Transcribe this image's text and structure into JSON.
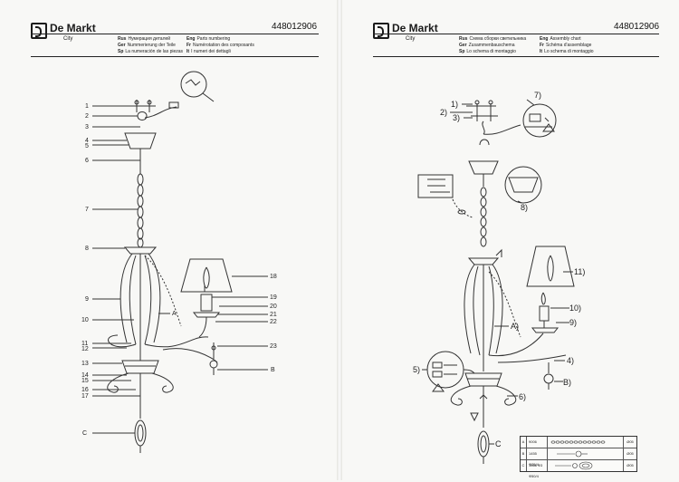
{
  "left_page": {
    "logo": {
      "brand": "De Markt",
      "sub": "City"
    },
    "code": "448012906",
    "languages": [
      {
        "tag": "Rus",
        "text": "Нумерация деталей"
      },
      {
        "tag": "Ger",
        "text": "Nummerierung der Teile"
      },
      {
        "tag": "Sp",
        "text": "La numeración de las piezas"
      },
      {
        "tag": "Eng",
        "text": "Parts numbering"
      },
      {
        "tag": "Fr",
        "text": "Numérotation des composants"
      },
      {
        "tag": "It",
        "text": "I numeri dei dettagli"
      }
    ],
    "part_numbers": [
      "1",
      "2",
      "3",
      "4",
      "5",
      "6",
      "7",
      "8",
      "9",
      "10",
      "11",
      "12",
      "13",
      "14",
      "15",
      "16",
      "17",
      "18",
      "19",
      "20",
      "21",
      "22",
      "23"
    ],
    "letters": {
      "a": "A",
      "b": "B",
      "c": "C"
    }
  },
  "right_page": {
    "logo": {
      "brand": "De Markt",
      "sub": "City"
    },
    "code": "448012906",
    "languages": [
      {
        "tag": "Rus",
        "text": "Схема сборки светильника"
      },
      {
        "tag": "Ger",
        "text": "Zusammenbauschema"
      },
      {
        "tag": "Sp",
        "text": "Lo schema di montaggio"
      },
      {
        "tag": "Eng",
        "text": "Assembly chart"
      },
      {
        "tag": "Fr",
        "text": "Schéma d'assemblage"
      },
      {
        "tag": "It",
        "text": "Lo schema di montaggio"
      }
    ],
    "steps": {
      "s1": "1)",
      "s2": "2)",
      "s3": "3)",
      "s4": "4)",
      "s5": "5)",
      "s6": "6)",
      "s7": "7)",
      "s8": "8)",
      "s9": "9)",
      "s10": "10)",
      "s11": "11)"
    },
    "letters": {
      "a": "A)",
      "b": "B)",
      "c": "C"
    },
    "table": [
      {
        "n": "A",
        "code": "9006",
        "qty": "Ø05"
      },
      {
        "n": "B",
        "code": "1455 Ф25/4",
        "qty": "Ø05"
      },
      {
        "n": "C",
        "code": "1566 Ф3 Ф50/4",
        "qty": "Ø05"
      }
    ]
  }
}
